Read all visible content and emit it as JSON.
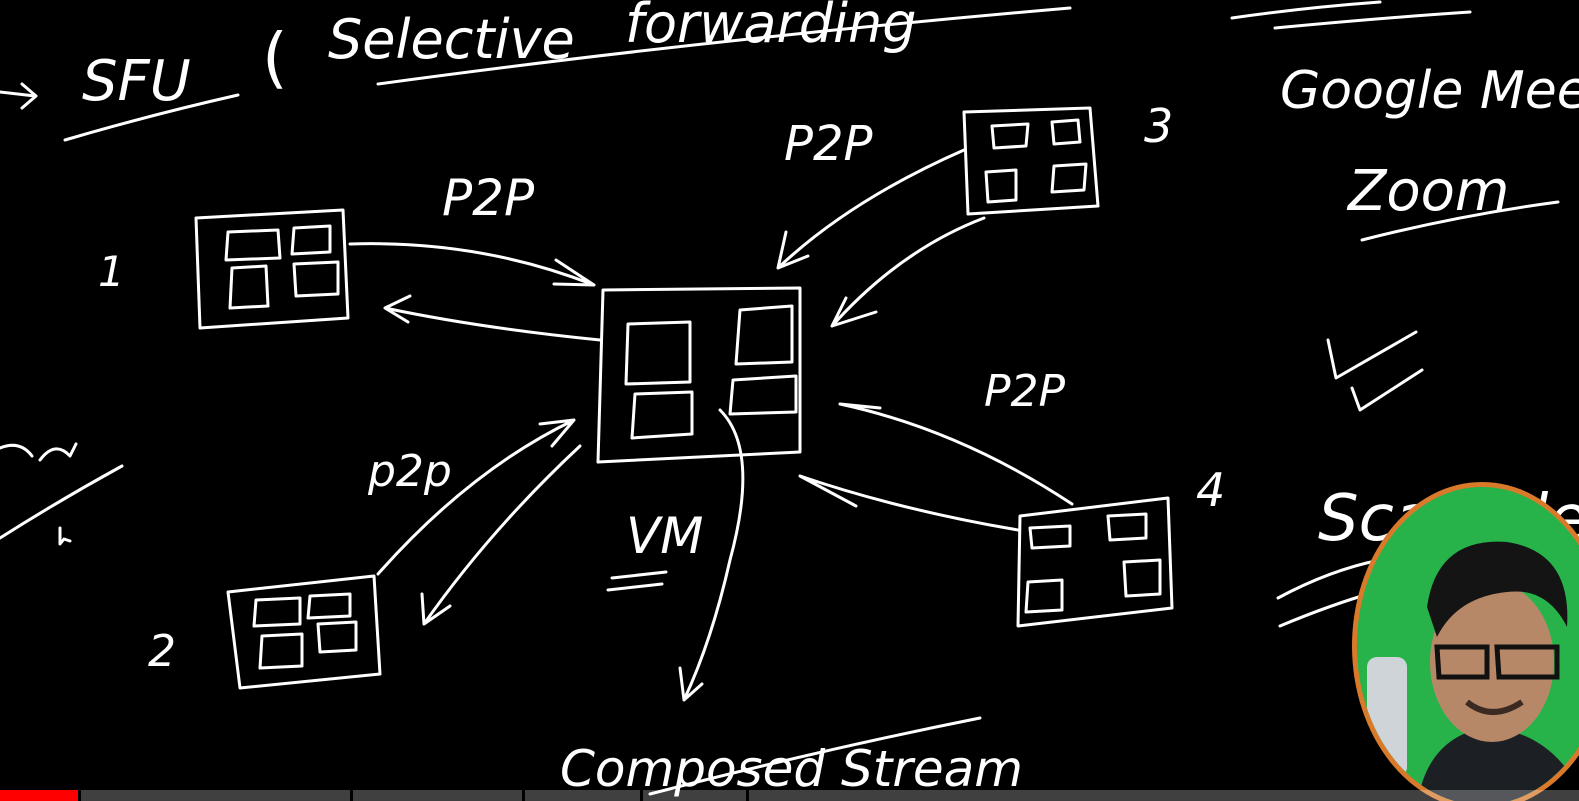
{
  "heading": {
    "arrow_label": "→",
    "sfu": "SFU",
    "paren": "(",
    "selective": "Selective",
    "forwarding": "forwarding"
  },
  "right_notes": {
    "google": "Google Meet",
    "zoom": "Zoom",
    "scalable": "Scalable"
  },
  "diagram": {
    "center_label": "VM",
    "client_1": "1",
    "client_2": "2",
    "client_3": "3",
    "client_4": "4",
    "link_top_left": "P2P",
    "link_top_right": "P2P",
    "link_bottom_left": "p2p",
    "link_bottom_right": "P2P",
    "output_label": "Composed Stream"
  },
  "colors": {
    "background": "#000000",
    "chalk": "#ffffff",
    "webcam_border": "#d97a2b",
    "webcam_bg": "#27b34a",
    "progress_played": "#ff0000"
  },
  "video": {
    "progress_fraction": 0.05
  }
}
